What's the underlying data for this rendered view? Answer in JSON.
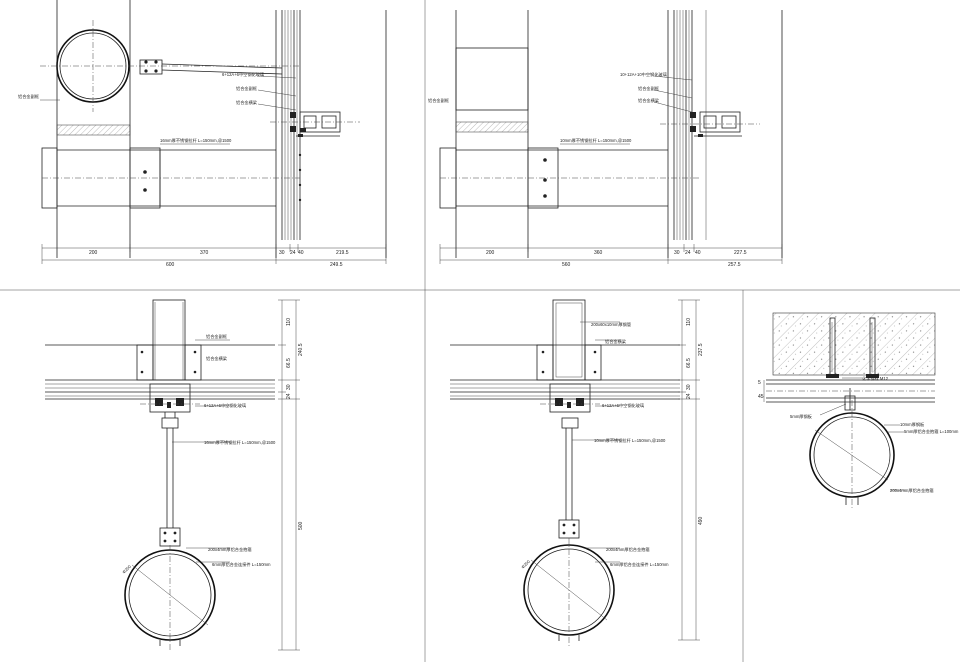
{
  "panels": {
    "p1": {
      "annotations": {
        "glass": "6+12A+6中空钢化玻璃",
        "left_profile": "铝合金副框",
        "aluminum_a": "铝合金副框",
        "aluminum_b": "铝合金横梁",
        "rod": "16mm厚不锈钢拉杆 L=150mm,@1500"
      },
      "dims": [
        "200",
        "370",
        "30",
        "24",
        "40",
        "219.5",
        "600",
        "249.5"
      ]
    },
    "p2": {
      "annotations": {
        "glass": "10+12A+10中空钢化玻璃",
        "left_profile": "铝合金副框",
        "aluminum_a": "铝合金副框",
        "aluminum_b": "铝合金横梁",
        "rod": "10mm厚不锈钢拉杆 L=150mm,@1500"
      },
      "dims": [
        "200",
        "360",
        "30",
        "24",
        "40",
        "227.5",
        "560",
        "257.5"
      ]
    },
    "p3": {
      "annotations": {
        "profile": "铝合金副框",
        "aluminum": "铝合金横梁",
        "glass": "6+12A+6中空钢化玻璃",
        "rod": "16mm厚不锈钢拉杆 L=150mm,@1500",
        "clamp": "200x4mm厚铝合金抱箍",
        "bolt": "6mm厚铝合金连接件 L=150mm",
        "dia": "Φ200"
      },
      "dims": [
        "110",
        "66.5",
        "240.5",
        "30",
        "24",
        "500"
      ]
    },
    "p4": {
      "annotations": {
        "tube": "200x60x10mm厚钢管",
        "aluminum": "铝合金横梁",
        "glass": "6+12A+6中空钢化玻璃",
        "rod": "10mm厚不锈钢拉杆 L=150mm,@1500",
        "clamp": "200x4mm厚铝合金抱箍",
        "bolt": "6mm厚铝合金连接件 L=150mm",
        "dia": "Φ200"
      },
      "dims": [
        "110",
        "66.5",
        "237.5",
        "30",
        "24",
        "490"
      ]
    },
    "p5": {
      "annotations": {
        "a": "化学锚栓 M12",
        "b": "5mm厚钢板",
        "c": "10mm厚钢板",
        "d": "5mm厚铝合金抱箍 L=100mm",
        "e": "200x4mm厚铝合金抱箍"
      },
      "dims": [
        "5",
        "45"
      ]
    }
  }
}
